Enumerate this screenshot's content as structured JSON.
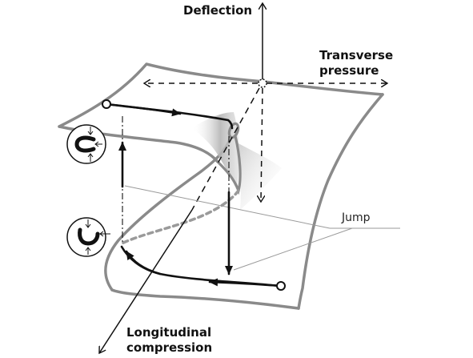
{
  "labels": {
    "deflection": "Deflection",
    "transverse_line1": "Transverse",
    "transverse_line2": "pressure",
    "jump": "Jump",
    "longitudinal_line1": "Longitudinal",
    "longitudinal_line2": "compression"
  },
  "colors": {
    "surface_edge": "#8a8a8a",
    "axis": "#111111",
    "path": "#111111",
    "fold_shade": "#bdbdbd",
    "dashed_unstable": "#9a9a9a"
  },
  "icons": {
    "upper_state": "arch-up-icon",
    "lower_state": "arch-down-icon"
  }
}
